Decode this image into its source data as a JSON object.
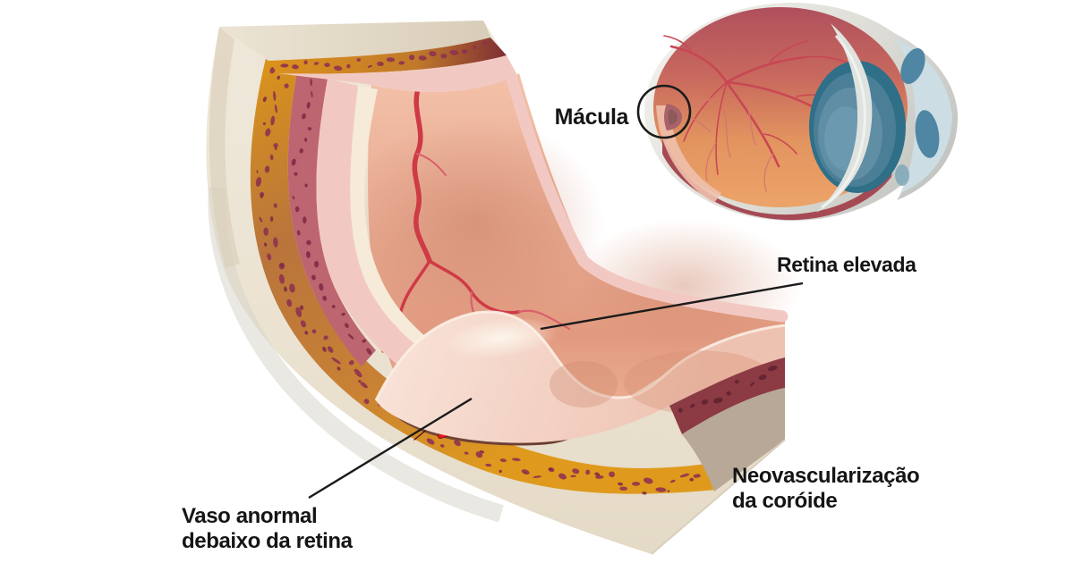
{
  "figure": {
    "labels": {
      "macula": "Mácula",
      "retina_elevada": "Retina elevada",
      "neovascularizacao_line1": "Neovascularização",
      "neovascularizacao_line2": "da coróide",
      "vaso_anormal_line1": "Vaso anormal",
      "vaso_anormal_line2": "debaixo da retina"
    },
    "palette": {
      "background": "#ffffff",
      "label_text": "#151515",
      "annotation_black": "#1b1b1b",
      "sclera_cream": "#ece3d3",
      "sclera_shadow": "#d8cdb8",
      "choroid_orange": "#dd921c",
      "choroid_terracotta": "#b9743c",
      "choroid_speckle": "#8e3050",
      "rpe_pink": "#f2c9c2",
      "retina_surface": "#e7a98f",
      "elevated_retina_sheet": "#f6dcd2",
      "pocket_brown": "#6e4239",
      "retinal_vessel_red": "#ce3a46",
      "abnormal_vessel_red": "#e41b22",
      "endcap_maroon": "#8c3a44",
      "endcap_gray": "#b7a897",
      "eye_sclera_gray": "#cfd2cf",
      "fundus_rose_top": "#b0505d",
      "fundus_orange_bottom": "#eda469",
      "fundus_dark_crescent": "#a54a54",
      "lens_blue": "#4b7f97",
      "lens_ring_teal": "#2f6f88",
      "cornea_light_blue": "#ccdde3",
      "cornea_patch_blue": "#4f86a3",
      "macula_spot": "#a9626b"
    }
  }
}
